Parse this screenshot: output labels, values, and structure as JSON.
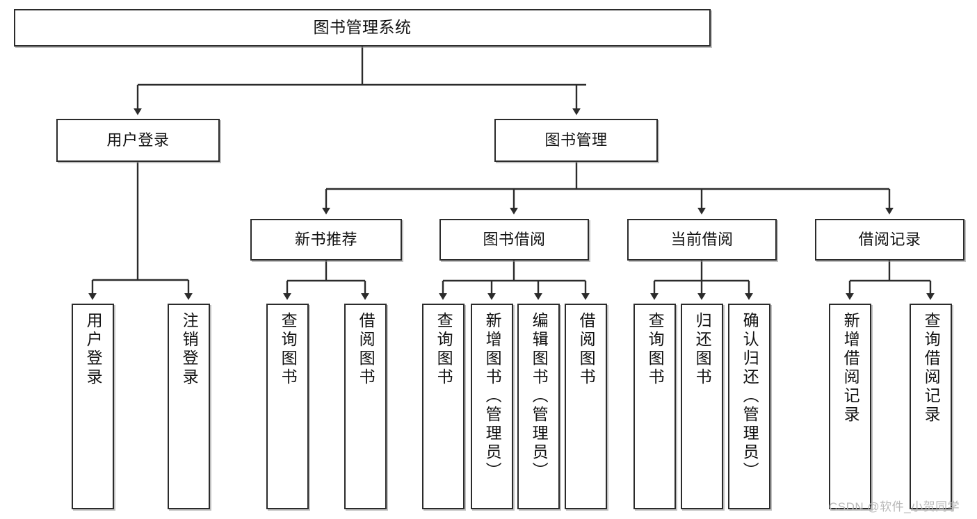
{
  "diagram": {
    "title": "图书管理系统",
    "type": "tree-hierarchy-chart",
    "colors": {
      "box_border": "#2b2b2b",
      "box_fill": "#ffffff",
      "edge": "#2b2b2b",
      "text": "#111111",
      "watermark": "#b9b9b9",
      "background": "#ffffff"
    }
  },
  "nodes": {
    "root": {
      "label": "图书管理系统"
    },
    "level2": [
      {
        "id": "user-login",
        "label": "用户登录"
      },
      {
        "id": "book-management",
        "label": "图书管理"
      }
    ],
    "level3": [
      {
        "id": "new-book-recommend",
        "label": "新书推荐"
      },
      {
        "id": "book-borrow",
        "label": "图书借阅"
      },
      {
        "id": "current-borrow",
        "label": "当前借阅"
      },
      {
        "id": "borrow-record",
        "label": "借阅记录"
      }
    ],
    "leaves": {
      "user_login": [
        {
          "id": "leaf-user-login",
          "label": "用户登录"
        },
        {
          "id": "leaf-logout-login",
          "label": "注销登录"
        }
      ],
      "new_book_recommend": [
        {
          "id": "leaf-query-book-1",
          "label": "查询图书"
        },
        {
          "id": "leaf-borrow-book-1",
          "label": "借阅图书"
        }
      ],
      "book_borrow": [
        {
          "id": "leaf-query-book-2",
          "label": "查询图书"
        },
        {
          "id": "leaf-add-book-admin",
          "label": "新增图书（管理员）"
        },
        {
          "id": "leaf-edit-book-admin",
          "label": "编辑图书（管理员）"
        },
        {
          "id": "leaf-borrow-book-2",
          "label": "借阅图书"
        }
      ],
      "current_borrow": [
        {
          "id": "leaf-query-book-3",
          "label": "查询图书"
        },
        {
          "id": "leaf-return-book",
          "label": "归还图书"
        },
        {
          "id": "leaf-confirm-return-admin",
          "label": "确认归还（管理员）"
        }
      ],
      "borrow_record": [
        {
          "id": "leaf-add-borrow-record",
          "label": "新增借阅记录"
        },
        {
          "id": "leaf-query-borrow-record",
          "label": "查询借阅记录"
        }
      ]
    }
  },
  "watermark": {
    "text": "CSDN @软件_小贺同学"
  }
}
